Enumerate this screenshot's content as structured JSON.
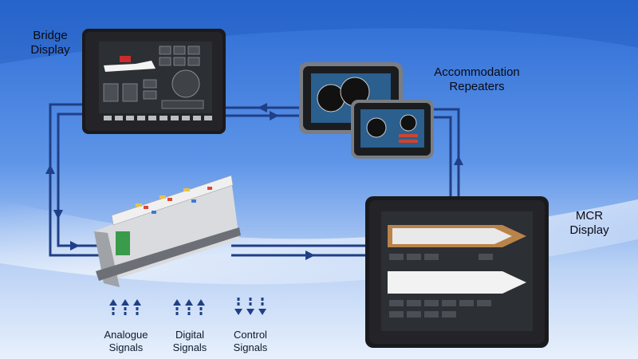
{
  "labels": {
    "bridge": [
      "Bridge",
      "Display"
    ],
    "accommodation": [
      "Accommodation",
      "Repeaters"
    ],
    "mcr": [
      "MCR",
      "Display"
    ]
  },
  "signals": [
    {
      "line1": "Analogue",
      "line2": "Signals",
      "direction": "up"
    },
    {
      "line1": "Digital",
      "line2": "Signals",
      "direction": "up"
    },
    {
      "line1": "Control",
      "line2": "Signals",
      "direction": "down"
    }
  ],
  "colors": {
    "connector": "#1f3f86",
    "bezel": "#1b1b1f",
    "screen": "#2b2f35",
    "background_top": "#2f6fd6",
    "background_bottom": "#dbe8fb"
  }
}
